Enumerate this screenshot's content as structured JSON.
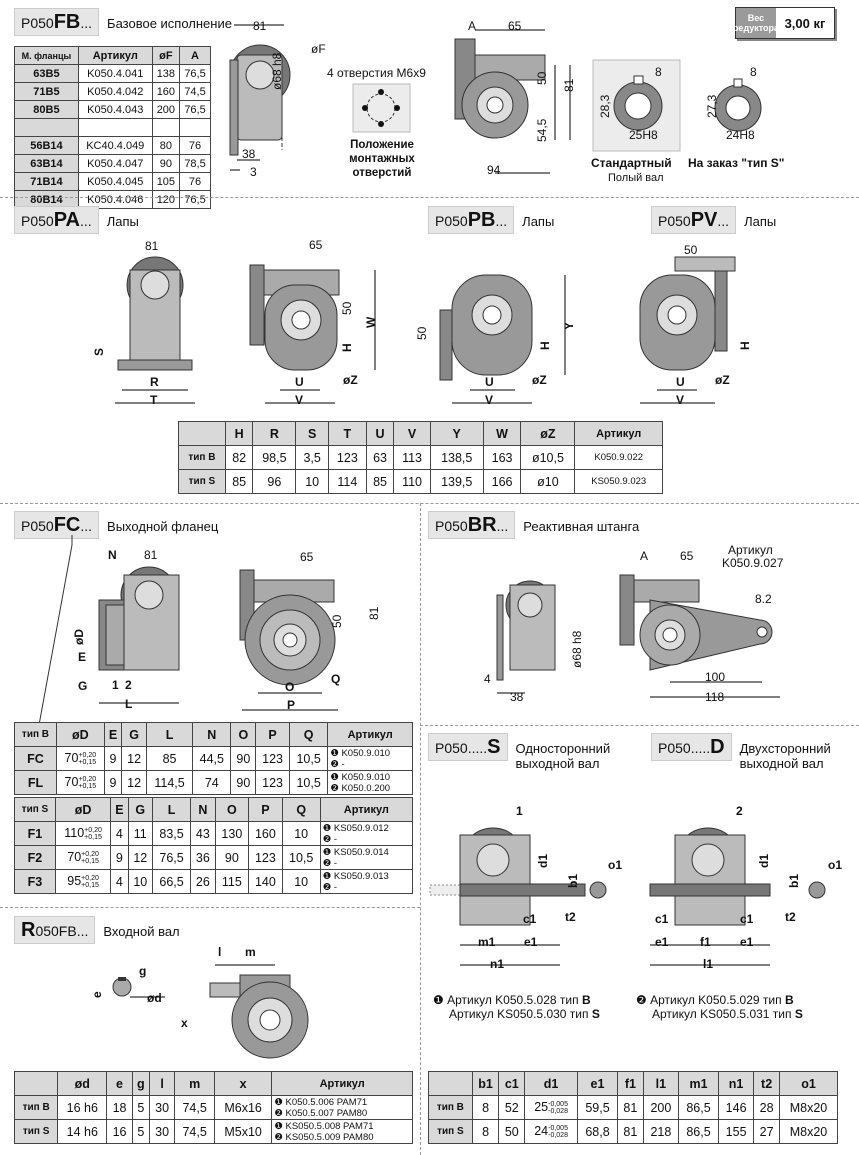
{
  "fb": {
    "code_pre": "P050",
    "code_bold": "FB",
    "code_post": "...",
    "label": "Базовое исполнение"
  },
  "weight": {
    "label": "Вес редуктора",
    "value": "3,00 кг"
  },
  "flange_table": {
    "headers": [
      "М. фланцы",
      "Артикул",
      "øF",
      "A"
    ],
    "rows_b5": [
      [
        "63B5",
        "K050.4.041",
        "138",
        "76,5"
      ],
      [
        "71B5",
        "K050.4.042",
        "160",
        "74,5"
      ],
      [
        "80B5",
        "K050.4.043",
        "200",
        "76,5"
      ]
    ],
    "rows_b14": [
      [
        "56B14",
        "KC40.4.049",
        "80",
        "76"
      ],
      [
        "63B14",
        "K050.4.047",
        "90",
        "78,5"
      ],
      [
        "71B14",
        "K050.4.045",
        "105",
        "76"
      ],
      [
        "80B14",
        "K050.4.046",
        "120",
        "76,5"
      ]
    ]
  },
  "fb_dims": {
    "d81": "81",
    "dF": "øF",
    "d68": "ø68 h8",
    "d38": "38",
    "d3": "3",
    "holes": "4 отверстия M6x9",
    "holes_caption": "Положение монтажных отверстий",
    "dA": "A",
    "d65": "65",
    "d50": "50",
    "d81b": "81",
    "d545": "54,5",
    "d94": "94",
    "std_8": "8",
    "std_283": "28,3",
    "std_25": "25H8",
    "std_cap": "Стандартный",
    "std_sub": "Полый вал",
    "s_8": "8",
    "s_273": "27,3",
    "s_24": "24H8",
    "s_cap": "На заказ \"тип S\""
  },
  "pa": {
    "code_pre": "P050",
    "code_bold": "PA",
    "code_post": "...",
    "label": "Лапы"
  },
  "pb": {
    "code_pre": "P050",
    "code_bold": "PB",
    "code_post": "...",
    "label": "Лапы"
  },
  "pv": {
    "code_pre": "P050",
    "code_bold": "PV",
    "code_post": "...",
    "label": "Лапы"
  },
  "pa_dims": {
    "d81": "81",
    "S": "S",
    "R": "R",
    "T": "T",
    "d65": "65",
    "d50": "50",
    "H": "H",
    "W": "W",
    "U": "U",
    "V": "V",
    "Z": "øZ",
    "pb50": "50",
    "pbY": "Y",
    "pbH": "H",
    "pbU": "U",
    "pbV": "V",
    "pbZ": "øZ",
    "pv50": "50",
    "pvH": "H",
    "pvU": "U",
    "pvV": "V",
    "pvZ": "øZ"
  },
  "feet_table": {
    "headers": [
      "",
      "H",
      "R",
      "S",
      "T",
      "U",
      "V",
      "Y",
      "W",
      "øZ",
      "Артикул"
    ],
    "rows": [
      [
        "тип B",
        "82",
        "98,5",
        "3,5",
        "123",
        "63",
        "113",
        "138,5",
        "163",
        "ø10,5",
        "K050.9.022"
      ],
      [
        "тип S",
        "85",
        "96",
        "10",
        "114",
        "85",
        "110",
        "139,5",
        "166",
        "ø10",
        "KS050.9.023"
      ]
    ]
  },
  "fc": {
    "code_pre": "P050",
    "code_bold": "FC",
    "code_post": "...",
    "label": "Выходной фланец"
  },
  "fc_dims": {
    "N": "N",
    "d81": "81",
    "D": "øD",
    "E": "E",
    "G": "G",
    "L": "L",
    "m1": "1",
    "m2": "2",
    "d65": "65",
    "d50": "50",
    "d81b": "81",
    "O": "O",
    "P": "P",
    "Q": "Q"
  },
  "fc_table_b": {
    "headers": [
      "тип B",
      "øD",
      "E",
      "G",
      "L",
      "N",
      "O",
      "P",
      "Q",
      "Артикул"
    ],
    "rows": [
      {
        "c": [
          "FC",
          "70",
          "9",
          "12",
          "85",
          "44,5",
          "90",
          "123",
          "10,5"
        ],
        "tol": [
          "+0,20",
          "+0,15"
        ],
        "art1": "K050.9.010",
        "art2": "-"
      },
      {
        "c": [
          "FL",
          "70",
          "9",
          "12",
          "114,5",
          "74",
          "90",
          "123",
          "10,5"
        ],
        "tol": [
          "+0,20",
          "+0,15"
        ],
        "art1": "K050.9.010",
        "art2": "K050.0.200"
      }
    ]
  },
  "fc_table_s": {
    "headers": [
      "тип S",
      "øD",
      "E",
      "G",
      "L",
      "N",
      "O",
      "P",
      "Q",
      "Артикул"
    ],
    "rows": [
      {
        "c": [
          "F1",
          "110",
          "4",
          "11",
          "83,5",
          "43",
          "130",
          "160",
          "10"
        ],
        "tol": [
          "+0,20",
          "+0,15"
        ],
        "art1": "KS050.9.012",
        "art2": "-"
      },
      {
        "c": [
          "F2",
          "70",
          "9",
          "12",
          "76,5",
          "36",
          "90",
          "123",
          "10,5"
        ],
        "tol": [
          "+0,20",
          "+0,15"
        ],
        "art1": "KS050.9.014",
        "art2": "-"
      },
      {
        "c": [
          "F3",
          "95",
          "4",
          "10",
          "66,5",
          "26",
          "115",
          "140",
          "10"
        ],
        "tol": [
          "+0,20",
          "+0,15"
        ],
        "art1": "KS050.9.013",
        "art2": "-"
      }
    ]
  },
  "br": {
    "code_pre": "P050",
    "code_bold": "BR",
    "code_post": "...",
    "label": "Реактивная штанга"
  },
  "br_dims": {
    "art_label": "Артикул",
    "art": "K050.9.027",
    "A": "A",
    "d65": "65",
    "d82": "8.2",
    "d68": "ø68 h8",
    "d4": "4",
    "d38": "38",
    "d100": "100",
    "d118": "118"
  },
  "s": {
    "code_pre": "P050.....",
    "code_bold": "S",
    "code_post": "...",
    "label": "Односторонний выходной вал"
  },
  "d": {
    "code_pre": "P050.....",
    "code_bold": "D",
    "code_post": "...",
    "label": "Двухсторонний выходной вал"
  },
  "sd_dims": {
    "d1": "d1",
    "b1": "b1",
    "o1": "o1",
    "c1": "c1",
    "e1": "e1",
    "m1": "m1",
    "n1": "n1",
    "t2": "t2",
    "f1": "f1",
    "l1": "l1",
    "n_1": "1",
    "n_2": "2"
  },
  "sd_notes": {
    "s1": "Артикул K050.5.028  тип",
    "s1b": "B",
    "s2": "Артикул KS050.5.030  тип",
    "s2b": "S",
    "d1": "Артикул K050.5.029  тип",
    "d1b": "B",
    "d2": "Артикул KS050.5.031  тип",
    "d2b": "S"
  },
  "r": {
    "code_pre": "R",
    "code_bold": "R",
    "code_rest": "050FB...",
    "label": "Входной вал"
  },
  "r_dims": {
    "l": "l",
    "m": "m",
    "g": "g",
    "e": "e",
    "d": "ød",
    "x": "x"
  },
  "input_table": {
    "headers": [
      "",
      "ød",
      "e",
      "g",
      "l",
      "m",
      "x",
      "Артикул"
    ],
    "rows": [
      {
        "c": [
          "тип B",
          "16 h6",
          "18",
          "5",
          "30",
          "74,5",
          "M6x16"
        ],
        "art1": "K050.5.006 PAM71",
        "art2": "K050.5.007 PAM80"
      },
      {
        "c": [
          "тип S",
          "14 h6",
          "16",
          "5",
          "30",
          "74,5",
          "M5x10"
        ],
        "art1": "KS050.5.008 PAM71",
        "art2": "KS050.5.009 PAM80"
      }
    ]
  },
  "shaft_table": {
    "headers": [
      "",
      "b1",
      "c1",
      "d1",
      "e1",
      "f1",
      "l1",
      "m1",
      "n1",
      "t2",
      "o1"
    ],
    "rows": [
      {
        "c": [
          "тип B",
          "8",
          "52"
        ],
        "d1": "25",
        "tol": [
          "-0,005",
          "-0,028"
        ],
        "r": [
          "59,5",
          "81",
          "200",
          "86,5",
          "146",
          "28",
          "M8x20"
        ]
      },
      {
        "c": [
          "тип S",
          "8",
          "50"
        ],
        "d1": "24",
        "tol": [
          "-0,005",
          "-0,028"
        ],
        "r": [
          "68,8",
          "81",
          "218",
          "86,5",
          "155",
          "27",
          "M8x20"
        ]
      }
    ]
  }
}
